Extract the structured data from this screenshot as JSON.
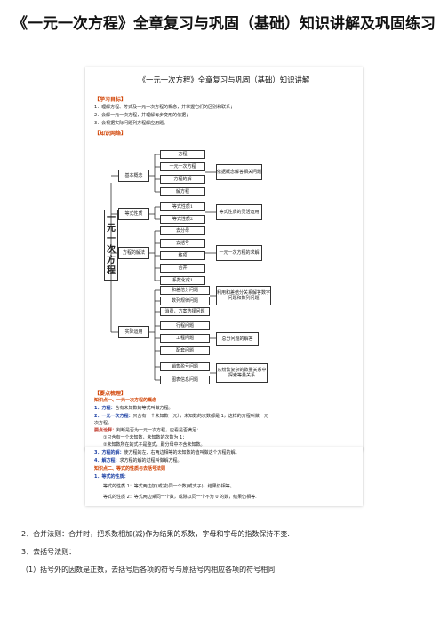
{
  "page_title": "《一元一次方程》全章复习与巩固（基础）知识讲解及巩固练习",
  "doc": {
    "title": "《一元一次方程》全章复习与巩固（基础）知识讲解",
    "goals_header": "【学习目标】",
    "goals": [
      "1．理解方程、等式及一元一次方程的概念，并掌握它们的区别和联系；",
      "2．会解一元一次方程，并理解每步变形的依据；",
      "3．会根据实际问题列方程解应用题。"
    ],
    "network_header": "【知识网络】",
    "root_label": "一元一次方程",
    "categories": {
      "basic": "基本概念",
      "equality": "等式性质",
      "solving": "方程的解法",
      "application": "实际运用"
    },
    "nodes": {
      "basic": [
        "方程",
        "一元一次方程",
        "方程的解",
        "解方程"
      ],
      "equality": [
        "等式性质1",
        "等式性质2"
      ],
      "solving": [
        "去分母",
        "去括号",
        "移项",
        "合并",
        "系数化成1"
      ],
      "application": [
        "和差倍分问题",
        "数列规律问题",
        "消费，方案选择问题",
        "行程问题",
        "工程问题",
        "配套问题",
        "销售盈亏问题",
        "图表信息问题"
      ]
    },
    "notes": {
      "basic": "依据概念解答相关问题",
      "equality": "等式性质的灵活运用",
      "solving": "一元一次方程的求解",
      "app1": "利用和差倍分关系解答数字问题和数列问题",
      "app2": "总分问题的解答",
      "app3": "从纷繁复杂的数量关系中探索等量关系"
    },
    "points_header": "【要点梳理】",
    "point1_title": "知识点一、一元一次方程的概念",
    "p1": [
      "1．方程：",
      "含有未知数的等式叫做方程。"
    ],
    "p2": [
      "2．一元一次方程：",
      "只含有一个未知数（元），未知数的次数都是 1，这样的方程叫做一元一"
    ],
    "p2b": "次方程。",
    "key_label": "要点诠释：",
    "key_text": "判断是否为一元一次方程，应看是否满足：",
    "key_items": [
      "①只含有一个未知数，未知数的次数为 1；",
      "②未知数所在的式子是整式，即分母中不含未知数。"
    ],
    "p3": [
      "3．方程的解：",
      "使方程的左、右两边相等的未知数的值叫做这个方程的解。"
    ],
    "p4": [
      "4．解方程：",
      "求方程的解的过程叫做解方程。"
    ],
    "point2_title": "知识点二、等式的性质与去括号法则",
    "p5": "1．等式的性质：",
    "prop1": "等式的性质 1：等式两边加(或减)同一个数(或式子)，结果仍相等。",
    "prop2": "等式的性质 2：等式两边乘同一个数，或除以同一个不为 0 的数，结果仍相等."
  },
  "bottom": [
    "2．合并法则：合并时，把系数相加(减)作为结果的系数，字母和字母的指数保持不变.",
    "3．去括号法则：",
    "（1）括号外的因数是正数，去括号后各项的符号与原括号内相应各项的符号相同."
  ]
}
